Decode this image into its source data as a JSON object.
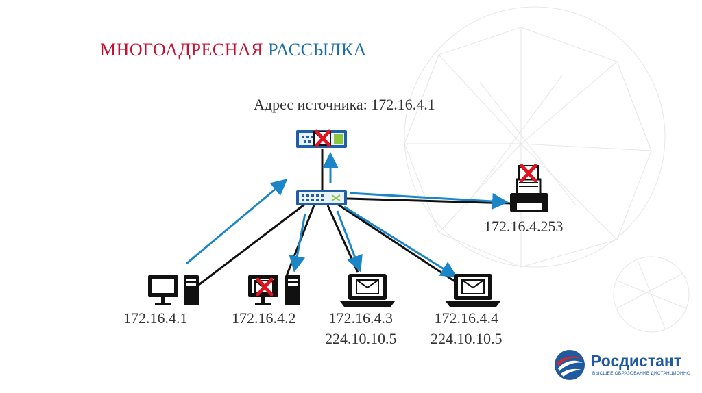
{
  "title": {
    "part1": "МНОГОАДРЕСНАЯ",
    "part2": "РАССЫЛКА"
  },
  "source_label": "Адрес источника: 172.16.4.1",
  "hosts": [
    {
      "id": "pc1",
      "icon": "desktop-icon",
      "address": "172.16.4.1",
      "group": "",
      "rejected": false
    },
    {
      "id": "pc2",
      "icon": "desktop-icon",
      "address": "172.16.4.2",
      "group": "",
      "rejected": true
    },
    {
      "id": "laptop1",
      "icon": "laptop-icon",
      "address": "172.16.4.3",
      "group": "224.10.10.5",
      "rejected": false
    },
    {
      "id": "laptop2",
      "icon": "laptop-icon",
      "address": "172.16.4.4",
      "group": "224.10.10.5",
      "rejected": false
    },
    {
      "id": "printer",
      "icon": "printer-icon",
      "address": "172.16.4.253",
      "group": "",
      "rejected": true
    }
  ],
  "devices": {
    "router": {
      "icon": "router-icon",
      "rejected": true
    },
    "switch": {
      "icon": "switch-icon"
    }
  },
  "colors": {
    "title_red": "#c8102e",
    "title_blue": "#1f6fa8",
    "arrow": "#1a86c8",
    "link": "#111111",
    "reject": "#e0141e"
  },
  "logo": {
    "name": "Росдистант",
    "subtitle": "ВЫСШЕЕ ОБРАЗОВАНИЕ ДИСТАНЦИОННО"
  }
}
